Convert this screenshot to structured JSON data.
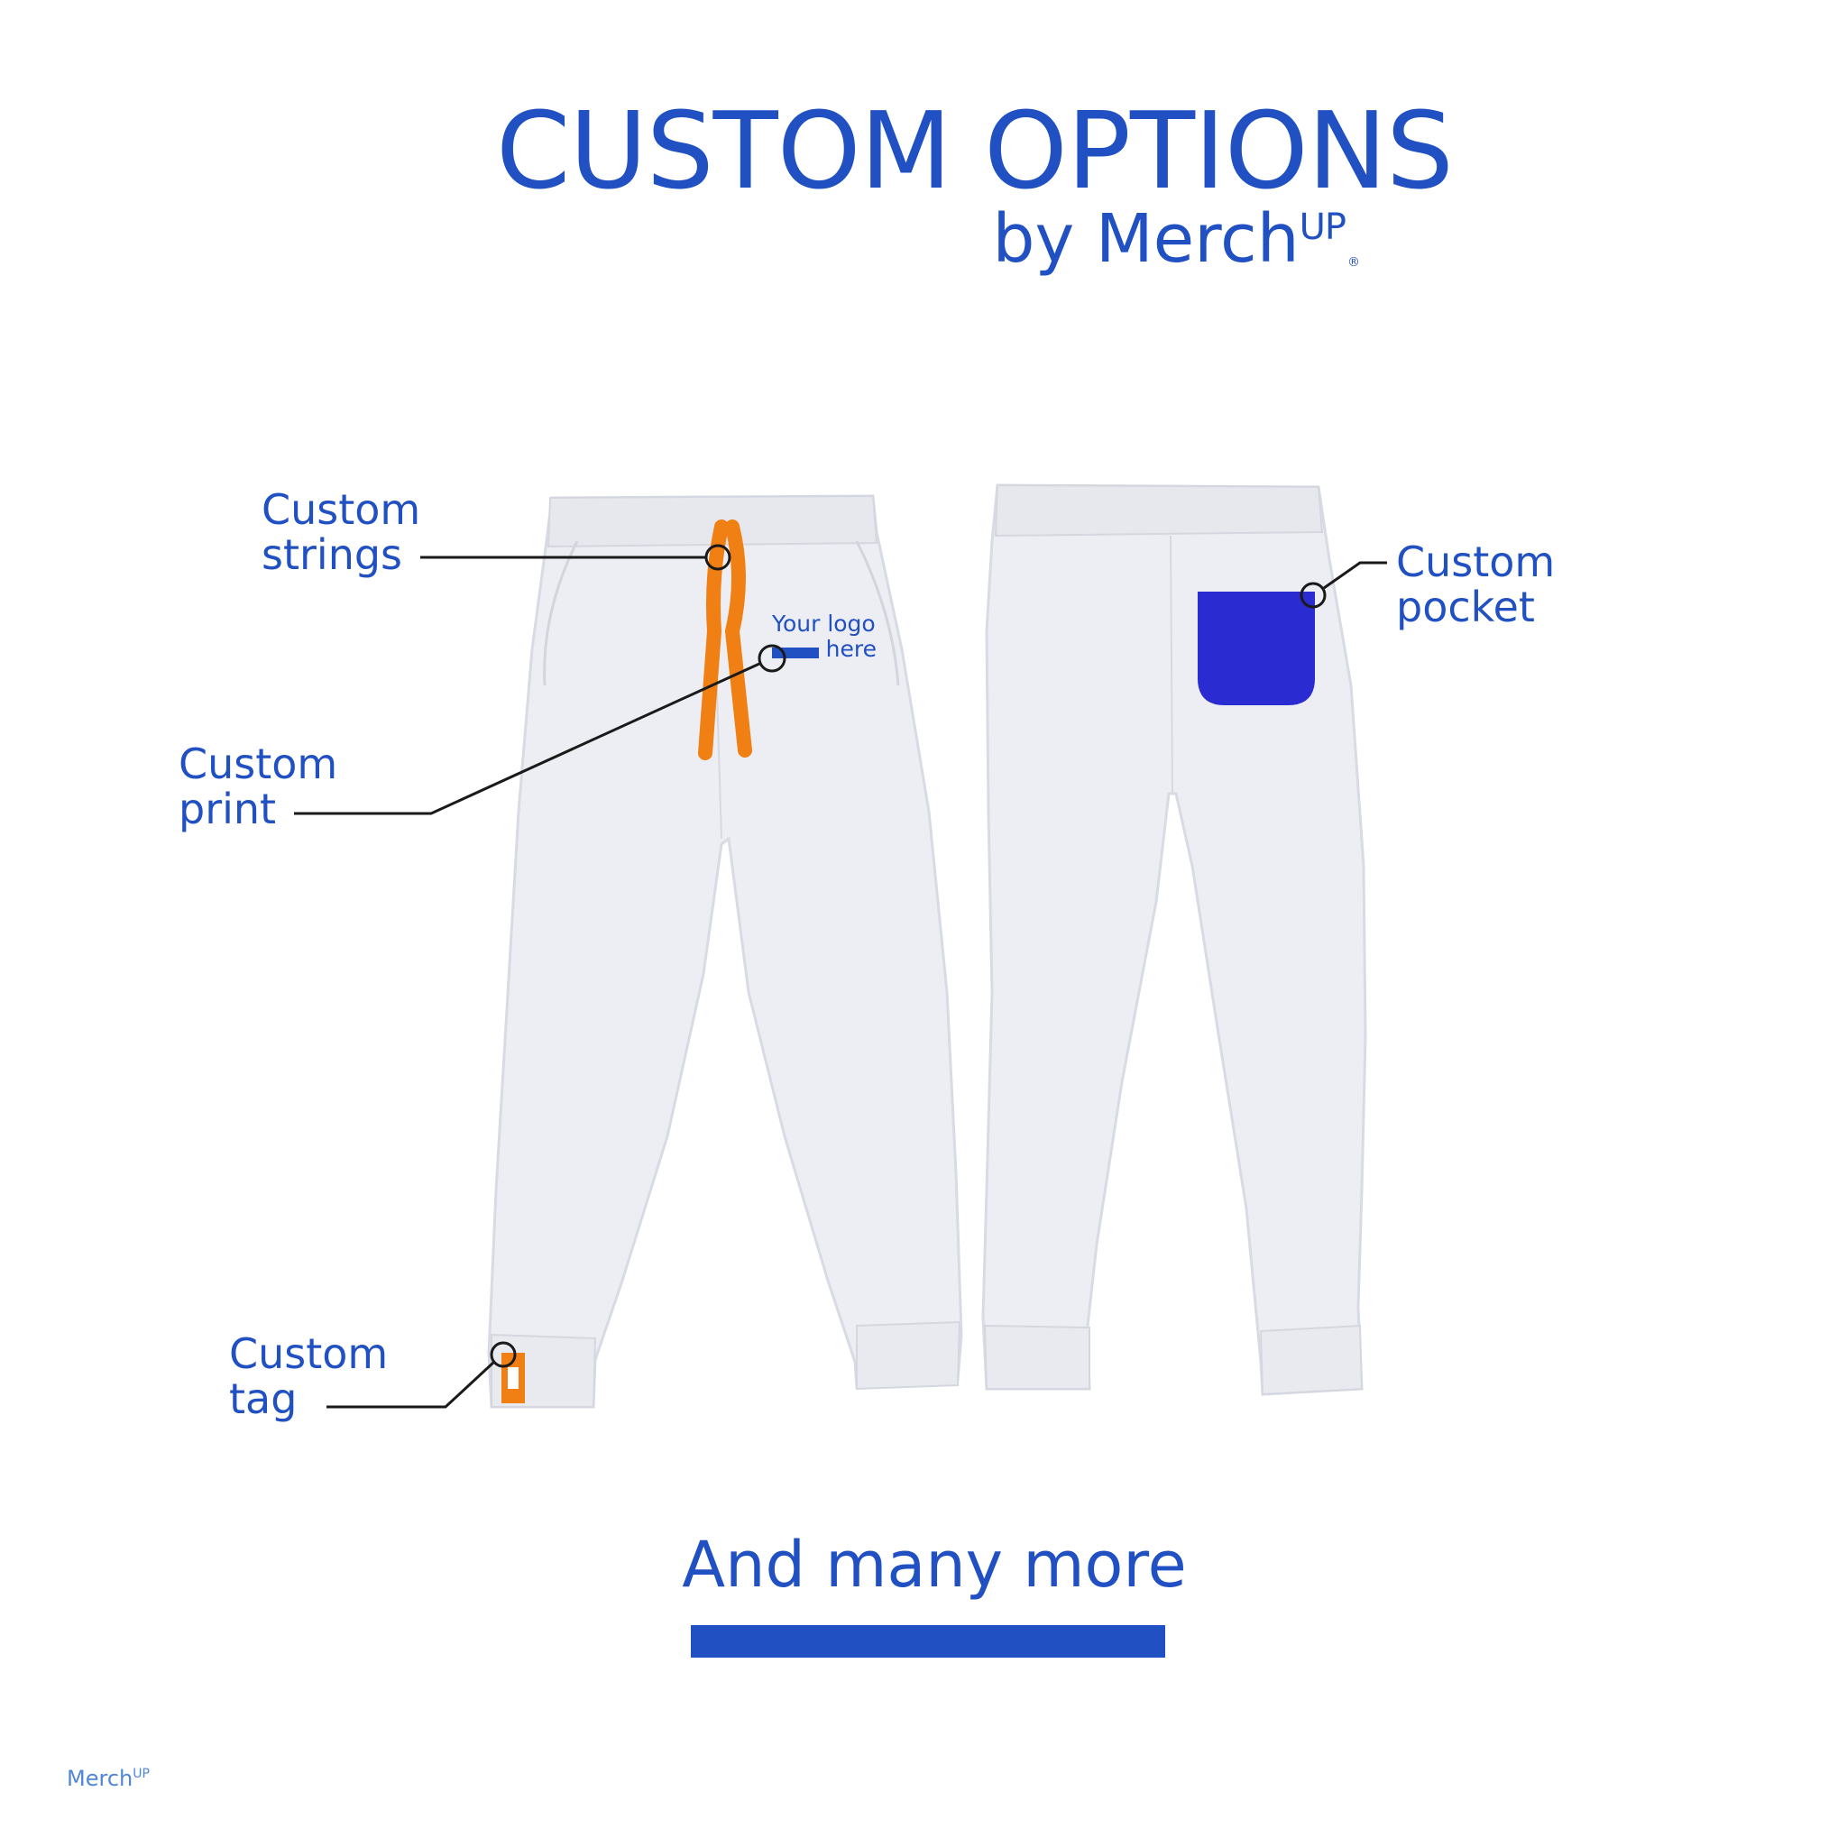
{
  "header": {
    "title": "CUSTOM OPTIONS",
    "subtitle_prefix": "by Merch",
    "subtitle_suffix": "UP",
    "registered_mark": "®"
  },
  "callouts": {
    "strings": {
      "line1": "Custom",
      "line2": "strings"
    },
    "print": {
      "line1": "Custom",
      "line2": "print"
    },
    "tag": {
      "line1": "Custom",
      "line2": "tag"
    },
    "pocket": {
      "line1": "Custom",
      "line2": "pocket"
    }
  },
  "print_area": {
    "line1": "Your logo",
    "line2": "here"
  },
  "footer": {
    "text": "And many more"
  },
  "watermark": {
    "prefix": "Merch",
    "suffix": "UP"
  },
  "colors": {
    "brand_blue": "#2150c3",
    "pocket_blue": "#2a2bd0",
    "string_orange": "#f07f14",
    "garment_white": "#eceef3"
  }
}
